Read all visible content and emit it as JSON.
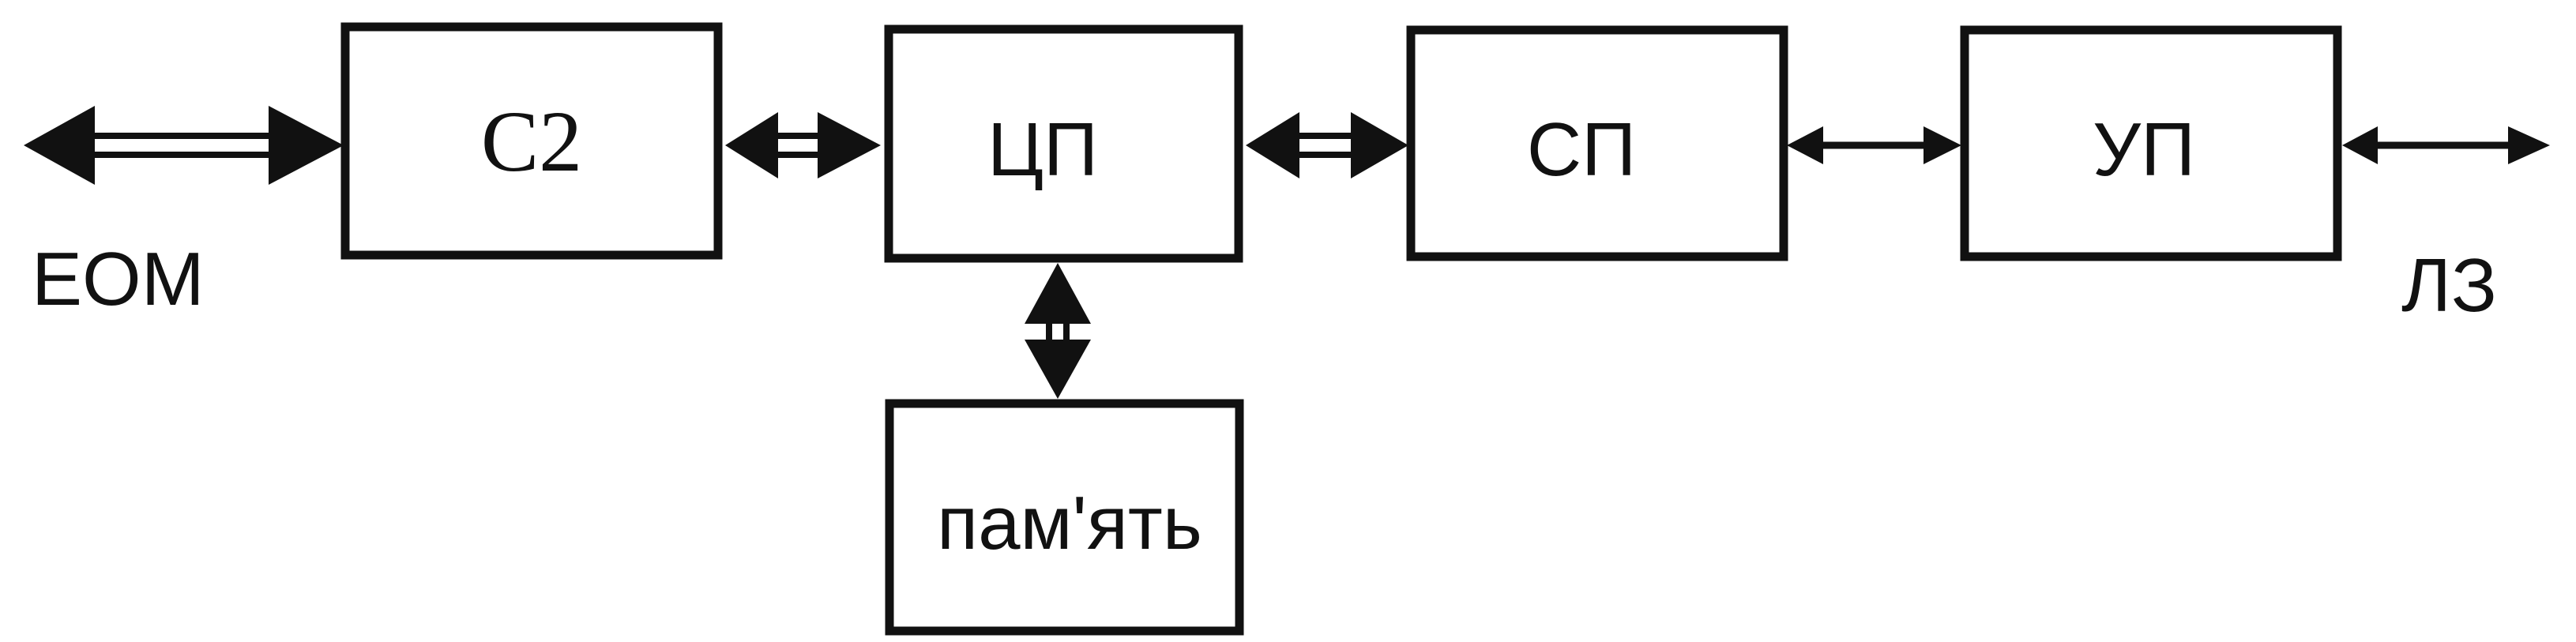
{
  "blocks": {
    "c2": "С2",
    "cpu": "ЦП",
    "sp": "СП",
    "up": "УП",
    "memory": "пам'ять"
  },
  "labels": {
    "left": "ЕОМ",
    "right": "ЛЗ"
  },
  "colors": {
    "stroke": "#111111",
    "background": "#ffffff"
  }
}
